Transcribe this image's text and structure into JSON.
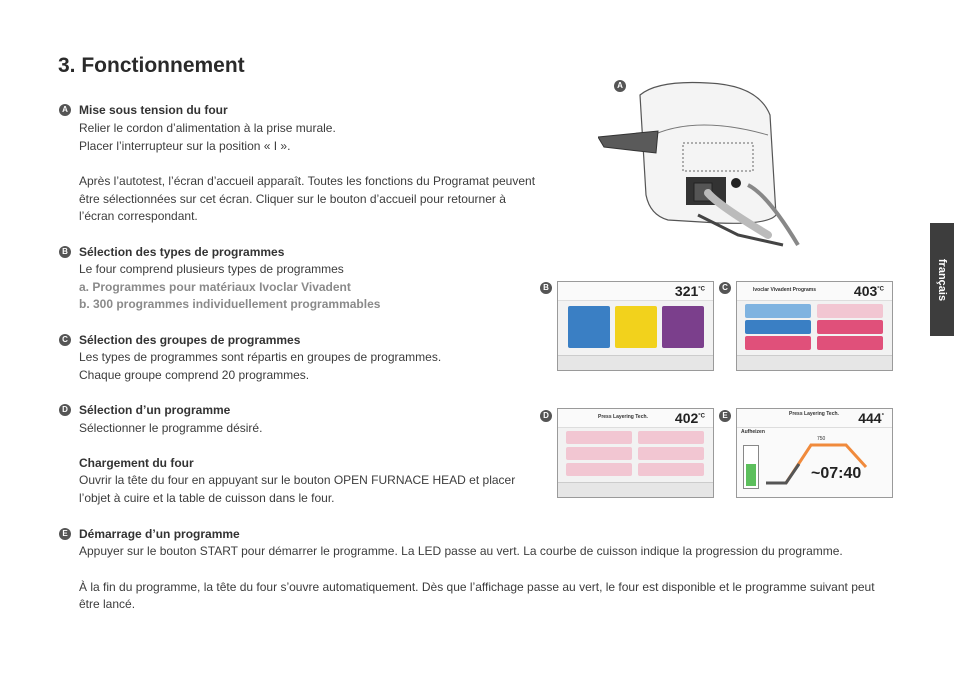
{
  "page_title": "3. Fonctionnement",
  "side_tab": "français",
  "markers": {
    "a": "A",
    "b": "B",
    "c": "C",
    "d": "D",
    "e": "E"
  },
  "sections": {
    "a": {
      "heading": "Mise sous tension du four",
      "lines": [
        "Relier le cordon d’alimentation à la prise murale.",
        "Placer l’interrupteur sur la position « I ».",
        "Après l’autotest, l’écran d’accueil apparaît. Toutes les fonctions du Programat peuvent",
        "être sélectionnées sur cet écran. Cliquer sur le bouton d’accueil pour retourner à",
        "l’écran correspondant."
      ]
    },
    "b": {
      "heading": "Sélection des types de programmes",
      "lines": [
        "Le four comprend plusieurs types de programmes"
      ],
      "sub_items": [
        "a. Programmes pour matériaux Ivoclar Vivadent",
        "b. 300 programmes individuellement programmables"
      ]
    },
    "c": {
      "heading": "Sélection des groupes de programmes",
      "lines": [
        "Les types de programmes sont répartis en groupes de programmes.",
        "Chaque groupe comprend 20 programmes."
      ]
    },
    "d": {
      "heading": "Sélection d’un programme",
      "lines": [
        "Sélectionner le programme désiré."
      ],
      "sub_heading": "Chargement du four",
      "sub_lines": [
        "Ouvrir la tête du four en appuyant sur le bouton OPEN FURNACE HEAD et placer",
        "l’objet à cuire et la table de cuisson dans le four."
      ]
    },
    "e": {
      "heading": "Démarrage d’un programme",
      "lines": [
        "Appuyer sur le bouton START pour démarrer le programme. La LED passe au vert. La courbe de cuisson indique la progression du programme.",
        "À la fin du programme, la tête du four s’ouvre automatiquement. Dès que l’affichage passe au vert, le four est disponible et le programme suivant peut",
        "être lancé."
      ]
    }
  },
  "screens": {
    "b": {
      "temp": "321",
      "unit": "°C"
    },
    "c": {
      "temp": "403",
      "unit": "°C",
      "header": "Ivoclar Vivadent Programs"
    },
    "d": {
      "temp": "402",
      "unit": "°C",
      "header": "Press Layering Tech."
    },
    "e": {
      "temp": "444",
      "unit": "°",
      "time": "~07:40",
      "header": "Press Layering Tech.",
      "label": "Aufheizen",
      "curve_label": "750"
    }
  },
  "colors": {
    "accent_dark": "#3d3d3d",
    "tile_blue": "#3a7fc4",
    "tile_yellow": "#f2d21c",
    "tile_purple": "#7b3f8c",
    "tile_pink": "#e0507a",
    "curve_orange": "#f08a3c"
  }
}
